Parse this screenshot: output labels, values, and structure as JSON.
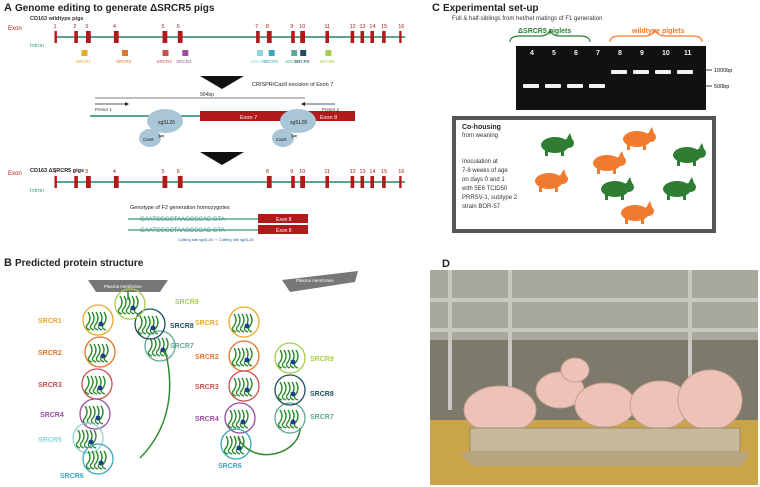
{
  "panelA": {
    "letter": "A",
    "title": "Genome editing to generate ΔSRCR5 pigs",
    "wt_label": "CD163 wildtype pigs",
    "exon_word": "Exon",
    "intron_word": "Intron",
    "exon_numbers": [
      "1",
      "2",
      "3",
      "4",
      "5",
      "6",
      "7",
      "8",
      "9",
      "10",
      "11",
      "12",
      "13",
      "14",
      "15",
      "16"
    ],
    "srcr_legend": [
      {
        "label": "SRCR1",
        "color": "#e8a92b"
      },
      {
        "label": "SRCR2",
        "color": "#e0762b"
      },
      {
        "label": "SRCR3",
        "color": "#c9504f"
      },
      {
        "label": "SRCR4",
        "color": "#9b4e9e"
      },
      {
        "label": "SRCR5",
        "color": "#8fd6d6"
      },
      {
        "label": "SRCR6",
        "color": "#3aa6c0"
      },
      {
        "label": "SRCR7",
        "color": "#5fa89a"
      },
      {
        "label": "SRCR8",
        "color": "#1f4f5e"
      },
      {
        "label": "SRCR9",
        "color": "#a5cf4a"
      }
    ],
    "crispr_label": "CRISPR/Cas9 excision of Exon 7",
    "scale_label": "904bp",
    "primer1": "Primer 1",
    "primer2": "Primer 2",
    "sg1": "sgSL26",
    "sg2": "sgSL28",
    "cas9": "Cas9",
    "exon7": "Exon 7",
    "exon8": "Exon 8",
    "delta_label": "CD163 ΔSRCR5 pigs",
    "genotype_label": "Genotype of F2 generation homozygotes",
    "seq1": "GAATCGGCTAAGCCCAC  GTA",
    "seq2": "GAATCGGCTAAGCCCAC  GTA",
    "cut_label": "Cutting site sgSL26 ↑↑ Cutting site sgSL28"
  },
  "panelB": {
    "letter": "B",
    "title": "Predicted protein structure",
    "membrane": "Plasma membrane",
    "left_labels": [
      "SRCR1",
      "SRCR2",
      "SRCR3",
      "SRCR4",
      "SRCR5",
      "SRCR6",
      "SRCR7",
      "SRCR8",
      "SRCR9"
    ],
    "right_labels": [
      "SRCR1",
      "SRCR2",
      "SRCR3",
      "SRCR4",
      "SRCR6",
      "SRCR7",
      "SRCR8",
      "SRCR9"
    ]
  },
  "panelC": {
    "letter": "C",
    "title": "Experimental set-up",
    "subtitle": "Full & half-siblings from het/het matings of F1 generation",
    "group1": "ΔSRCR5 piglets",
    "group2": "wildtype piglets",
    "lanes": [
      "4",
      "5",
      "6",
      "7",
      "8",
      "9",
      "10",
      "11"
    ],
    "marker_1000": "1000bp",
    "marker_500": "500bp",
    "cohousing_title": "Co-housing",
    "cohousing_sub": "from weaning",
    "inoculation_lines": [
      "Inoculation at",
      "7-8 weeks of age",
      "on days 0 and 1",
      "with 5E6 TCID50",
      "PRRSV-1, subtype 2",
      "strain BOR-57"
    ],
    "green": "#2e7d32",
    "orange": "#f07a2e"
  },
  "panelD": {
    "letter": "D"
  }
}
